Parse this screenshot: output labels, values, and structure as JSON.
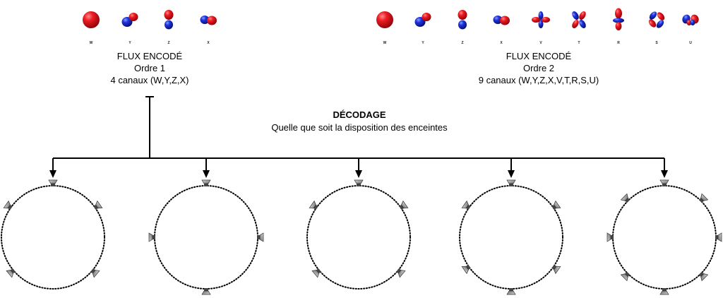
{
  "order1": {
    "harmonics": [
      {
        "label": "W",
        "shape": "sphere"
      },
      {
        "label": "Y",
        "shape": "dipole-diag"
      },
      {
        "label": "Z",
        "shape": "dipole-vertical"
      },
      {
        "label": "X",
        "shape": "dipole-horizontal"
      }
    ],
    "caption": [
      "FLUX ENCODÉ",
      "Ordre 1",
      "4 canaux (W,Y,Z,X)"
    ]
  },
  "order2": {
    "harmonics": [
      {
        "label": "W",
        "shape": "sphere"
      },
      {
        "label": "Y",
        "shape": "dipole-diag"
      },
      {
        "label": "Z",
        "shape": "dipole-vertical"
      },
      {
        "label": "X",
        "shape": "dipole-horizontal"
      },
      {
        "label": "V",
        "shape": "quad-cross"
      },
      {
        "label": "T",
        "shape": "quad-diag"
      },
      {
        "label": "R",
        "shape": "zonal"
      },
      {
        "label": "S",
        "shape": "quad-diag2"
      },
      {
        "label": "U",
        "shape": "quad-horizontal"
      }
    ],
    "caption": [
      "FLUX ENCODÉ",
      "Ordre 2",
      "9 canaux (W,Y,Z,X,V,T,R,S,U)"
    ]
  },
  "decoding": {
    "title": "DÉCODAGE",
    "subtitle": "Quelle que soit la disposition des enceintes"
  },
  "layouts": [
    {
      "speakers": 5,
      "angles": [
        0,
        55,
        130,
        230,
        305
      ]
    },
    {
      "speakers": 4,
      "angles": [
        0,
        90,
        180,
        270
      ]
    },
    {
      "speakers": 5,
      "angles": [
        0,
        55,
        130,
        230,
        305
      ]
    },
    {
      "speakers": 6,
      "angles": [
        0,
        55,
        125,
        180,
        235,
        305
      ]
    },
    {
      "speakers": 8,
      "angles": [
        0,
        45,
        90,
        135,
        180,
        225,
        270,
        315
      ]
    }
  ],
  "colors": {
    "positive": "#e8141e",
    "negative": "#1a2fd8",
    "speaker": "#9a9a9a",
    "line": "#000000"
  }
}
